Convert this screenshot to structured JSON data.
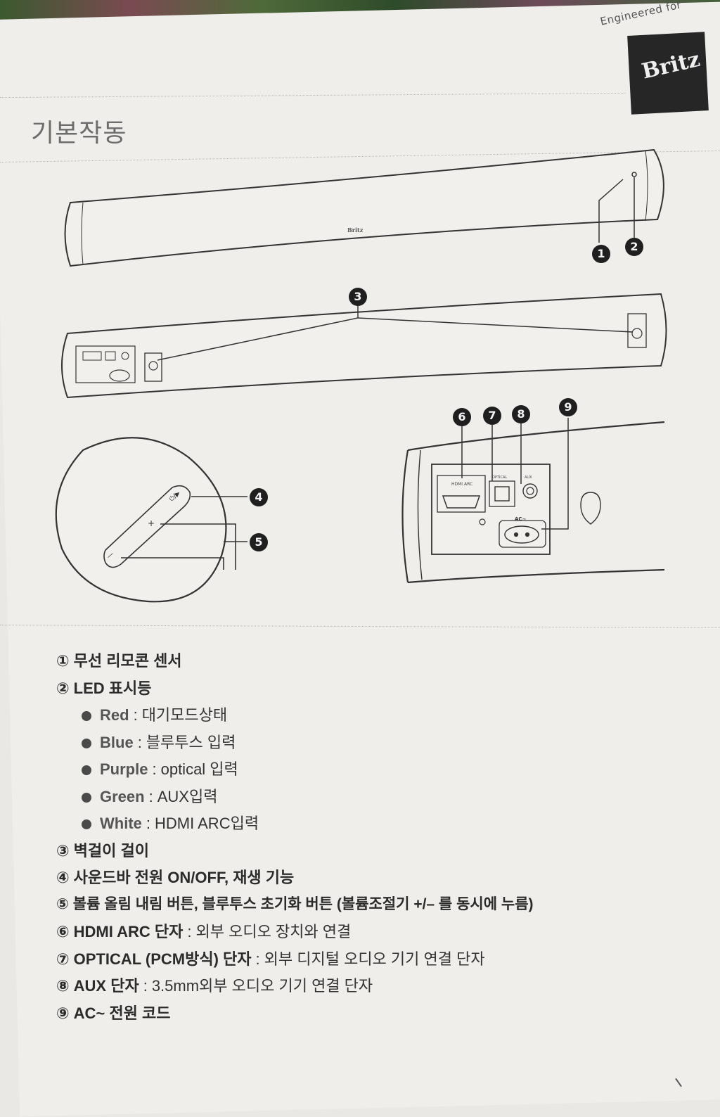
{
  "header": {
    "tagline": "Engineered for",
    "brand": "Britz",
    "section_title": "기본작동"
  },
  "diagram": {
    "bar_logo": "Britz",
    "callouts": [
      "1",
      "2",
      "3",
      "4",
      "5",
      "6",
      "7",
      "8",
      "9"
    ],
    "remote_plus": "+",
    "remote_minus": "—",
    "remote_power": "⏻/▶",
    "port_labels": {
      "hdmi": "HDMI ARC",
      "optical": "OPTICAL",
      "aux": "AUX",
      "ac": "AC~"
    }
  },
  "legend": {
    "items": [
      {
        "num": "①",
        "label": "무선 리모콘 센서",
        "desc": ""
      },
      {
        "num": "②",
        "label": "LED 표시등",
        "desc": ""
      },
      {
        "num": "③",
        "label": "벽걸이 걸이",
        "desc": ""
      },
      {
        "num": "④",
        "label": "사운드바 전원 ON/OFF, 재생 기능",
        "desc": ""
      },
      {
        "num": "⑤",
        "label": "볼륨 올림 내림 버튼, 블루투스 초기화 버튼 (볼륨조절기 +/– 를 동시에 누름)",
        "desc": ""
      },
      {
        "num": "⑥",
        "label": "HDMI ARC 단자",
        "desc": "외부 오디오 장치와 연결"
      },
      {
        "num": "⑦",
        "label": "OPTICAL (PCM방식) 단자",
        "desc": "외부 디지털 오디오 기기 연결 단자"
      },
      {
        "num": "⑧",
        "label": "AUX 단자",
        "desc": "3.5mm외부 오디오 기기 연결 단자"
      },
      {
        "num": "⑨",
        "label": "AC~ 전원 코드",
        "desc": ""
      }
    ],
    "led_states": [
      {
        "color_name": "Red",
        "desc": "대기모드상태"
      },
      {
        "color_name": "Blue",
        "desc": "블루투스 입력"
      },
      {
        "color_name": "Purple",
        "desc": "optical 입력"
      },
      {
        "color_name": "Green",
        "desc": "AUX입력"
      },
      {
        "color_name": "White",
        "desc": "HDMI ARC입력"
      }
    ],
    "separator": ":"
  }
}
